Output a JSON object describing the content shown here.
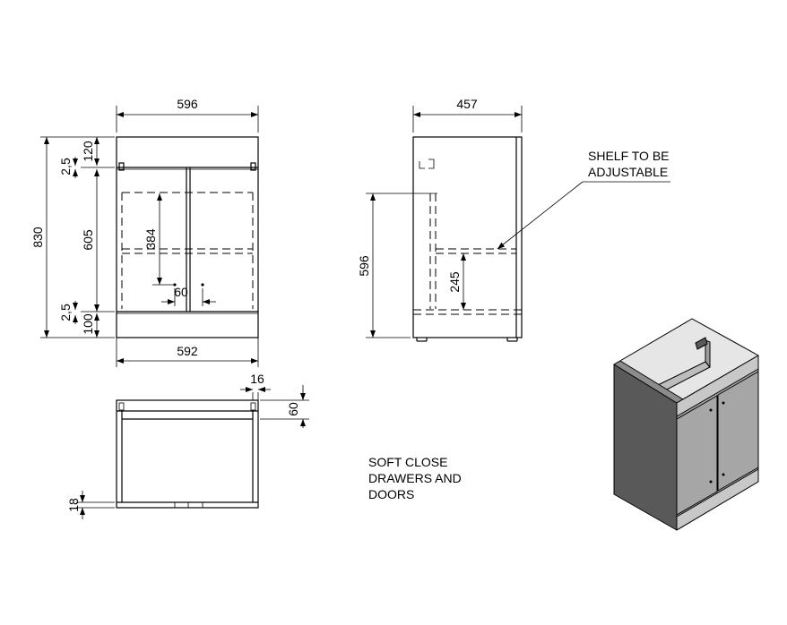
{
  "front_view": {
    "overall_width": "596",
    "overall_height": "830",
    "top_rail": "120",
    "gap_top": "2,5",
    "door_height": "605",
    "gap_bottom": "2,5",
    "plinth": "100",
    "shelf_height": "384",
    "handle_spacing": "60",
    "base_width": "592"
  },
  "side_view": {
    "depth": "457",
    "internal_height": "596",
    "shelf_position": "245"
  },
  "plan_view": {
    "panel_thickness": "16",
    "rear_offset": "60",
    "base_thickness": "18"
  },
  "notes": {
    "shelf_line1": "SHELF TO BE",
    "shelf_line2": "ADJUSTABLE",
    "soft_close_line1": "SOFT CLOSE",
    "soft_close_line2": "DRAWERS AND",
    "soft_close_line3": "DOORS"
  },
  "colors": {
    "panel_dark": "#595959",
    "panel_mid": "#a6a6a6",
    "panel_light": "#d4d4d4",
    "line": "#000000"
  }
}
